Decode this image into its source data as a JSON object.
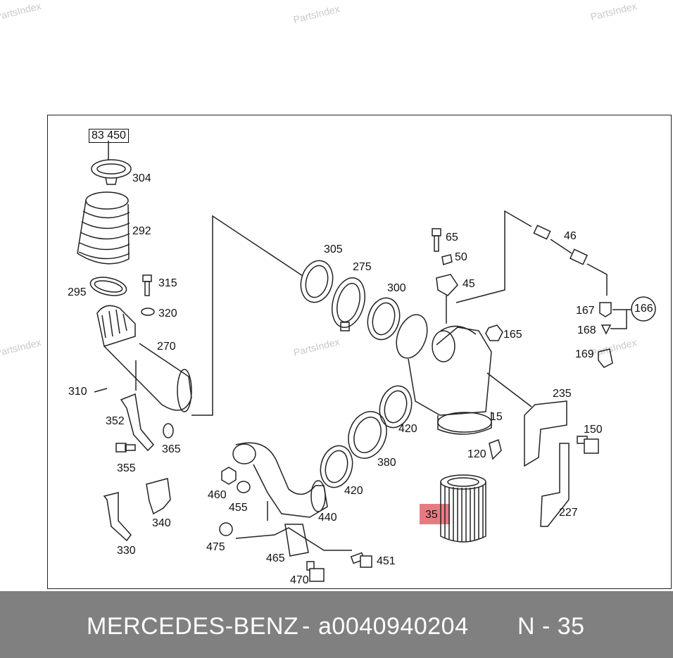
{
  "watermark": "PartsIndex",
  "diagram": {
    "boxed_ref": "83 450",
    "labels": {
      "l304": "304",
      "l292": "292",
      "l295": "295",
      "l315": "315",
      "l320": "320",
      "l270": "270",
      "l310": "310",
      "l352": "352",
      "l365": "365",
      "l355": "355",
      "l330": "330",
      "l340": "340",
      "l305": "305",
      "l275": "275",
      "l300": "300",
      "l65": "65",
      "l50": "50",
      "l45": "45",
      "l46": "46",
      "l167": "167",
      "l166": "166",
      "l168": "168",
      "l169": "169",
      "l165": "165",
      "l235": "235",
      "l15": "15",
      "l420a": "420",
      "l380": "380",
      "l420b": "420",
      "l150": "150",
      "l120": "120",
      "l227": "227",
      "l460": "460",
      "l455": "455",
      "l440": "440",
      "l475": "475",
      "l465": "465",
      "l451": "451",
      "l470": "470",
      "l35": "35"
    },
    "highlight_color": "#e4646c"
  },
  "footer": {
    "brand": "MERCEDES-BENZ",
    "separator": "-",
    "part_number": "a0040940204",
    "position": "N - 35"
  }
}
